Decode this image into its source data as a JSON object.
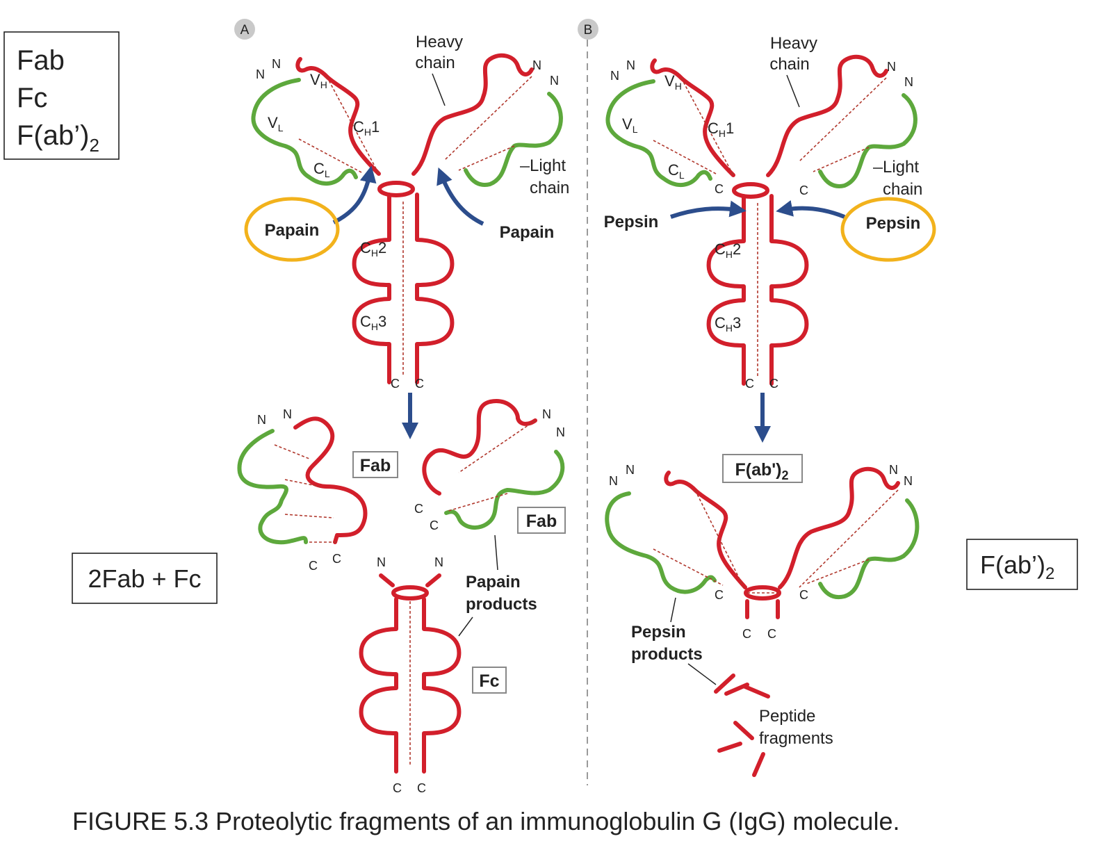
{
  "panels": {
    "a": {
      "badge": "A",
      "heavy_chain_label_1": "Heavy",
      "heavy_chain_label_2": "chain",
      "light_chain_label_1": "Light",
      "light_chain_label_2": "chain",
      "vh": "V",
      "vh_sub": "H",
      "vl": "V",
      "vl_sub": "L",
      "ch1": "C",
      "ch1_sub": "H",
      "ch1_num": "1",
      "cl": "C",
      "cl_sub": "L",
      "ch2": "C",
      "ch2_sub": "H",
      "ch2_num": "2",
      "ch3": "C",
      "ch3_sub": "H",
      "ch3_num": "3",
      "enzyme_left": "Papain",
      "enzyme_right": "Papain",
      "products_1": "Papain",
      "products_2": "products",
      "frag_fab_1": "Fab",
      "frag_fab_2": "Fab",
      "frag_fc": "Fc"
    },
    "b": {
      "badge": "B",
      "heavy_chain_label_1": "Heavy",
      "heavy_chain_label_2": "chain",
      "light_chain_label_1": "Light",
      "light_chain_label_2": "chain",
      "vh": "V",
      "vh_sub": "H",
      "vl": "V",
      "vl_sub": "L",
      "ch1": "C",
      "ch1_sub": "H",
      "ch1_num": "1",
      "cl": "C",
      "cl_sub": "L",
      "ch2": "C",
      "ch2_sub": "H",
      "ch2_num": "2",
      "ch3": "C",
      "ch3_sub": "H",
      "ch3_num": "3",
      "enzyme_left": "Pepsin",
      "enzyme_right": "Pepsin",
      "products_1": "Pepsin",
      "products_2": "products",
      "frag_fab2": "F(ab')",
      "frag_fab2_sub": "2",
      "peptide_1": "Peptide",
      "peptide_2": "fragments"
    }
  },
  "termini": {
    "n": "N",
    "c": "C"
  },
  "notes": {
    "top_left_1": "Fab",
    "top_left_2": "Fc",
    "top_left_3": "F(ab’)",
    "top_left_3_sub": "2",
    "papain_result": "2Fab + Fc",
    "pepsin_result": "F(ab’)",
    "pepsin_result_sub": "2"
  },
  "caption": "FIGURE 5.3  Proteolytic fragments of an immunoglobulin G (IgG) molecule.",
  "colors": {
    "heavy_chain": "#d21f2b",
    "light_chain": "#5da83c",
    "enzyme_arrow": "#2c4d8c",
    "highlight_ring": "#f2b21c"
  }
}
